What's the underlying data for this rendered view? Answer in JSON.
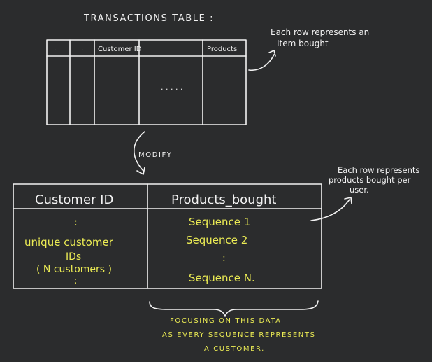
{
  "top_title": "TRANSACTIONS  TABLE :",
  "top_table": {
    "col1": ".",
    "col2": ".",
    "col3": "Customer ID",
    "col5": "Products",
    "dots": ". . . . ."
  },
  "note_top": {
    "line1": "Each row represents an",
    "line2": "Item bought"
  },
  "modify_label": "MODIFY",
  "bottom_table": {
    "header_left": "Customer ID",
    "header_right": "Products_bought",
    "left_dots_top": ":",
    "left_line1": "unique customer",
    "left_line2": "IDs",
    "left_line3": "( N customers )",
    "left_dots_bottom": ":",
    "seq1": "Sequence   1",
    "seq2": "Sequence   2",
    "seq_dots": ":",
    "seqN": "Sequence   N."
  },
  "note_right": {
    "line1": "Each row represents",
    "line2": "products bought per",
    "line3": "user."
  },
  "focus_note": {
    "line1": "FOCUSING  ON  THIS  DATA",
    "line2": "AS  EVERY  SEQUENCE  REPRESENTS",
    "line3": "A  CUSTOMER."
  },
  "colors": {
    "background": "#2b2c2d",
    "ink": "#f2f2f2",
    "highlight": "#ecec54"
  }
}
